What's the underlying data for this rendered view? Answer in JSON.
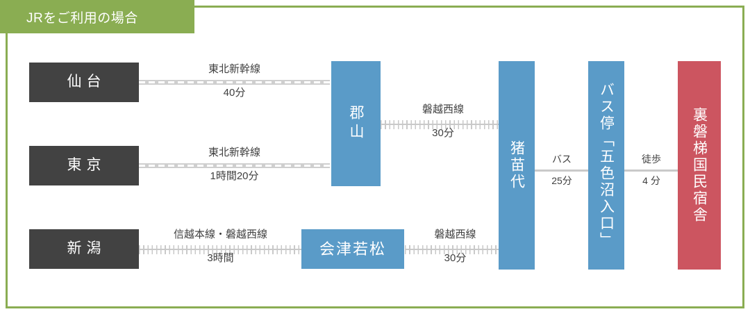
{
  "header": {
    "title": "JRをご利用の場合",
    "accent_color": "#8aad52"
  },
  "colors": {
    "header_green": "#8aad52",
    "origin_dark": "#424242",
    "station_blue": "#5a9bc8",
    "destination_red": "#cc5560",
    "line_gray": "#c9c9c9",
    "text_dark": "#3f3f3f"
  },
  "nodes": {
    "sendai": {
      "label": "仙台",
      "type": "origin",
      "orientation": "horizontal"
    },
    "tokyo": {
      "label": "東京",
      "type": "origin",
      "orientation": "horizontal"
    },
    "niigata": {
      "label": "新潟",
      "type": "origin",
      "orientation": "horizontal"
    },
    "koriyama": {
      "label": "郡山",
      "type": "station",
      "orientation": "vertical"
    },
    "aizuwakamatsu": {
      "label": "会津若松",
      "type": "station",
      "orientation": "horizontal"
    },
    "inawashiro": {
      "label": "猪苗代",
      "type": "station",
      "orientation": "vertical"
    },
    "busstop": {
      "label": "バス停「五色沼入口」",
      "type": "station",
      "orientation": "vertical"
    },
    "destination": {
      "label": "裏磐梯国民宿舎",
      "type": "destination",
      "orientation": "vertical"
    }
  },
  "edges": {
    "sendai_koriyama": {
      "mode": "東北新幹線",
      "duration": "40分",
      "line_style": "shinkansen"
    },
    "tokyo_koriyama": {
      "mode": "東北新幹線",
      "duration": "1時間20分",
      "line_style": "shinkansen"
    },
    "koriyama_inawashiro": {
      "mode": "磐越西線",
      "duration": "30分",
      "line_style": "rail"
    },
    "niigata_aizu": {
      "mode": "信越本線・磐越西線",
      "duration": "3時間",
      "line_style": "rail"
    },
    "aizu_inawashiro": {
      "mode": "磐越西線",
      "duration": "30分",
      "line_style": "rail"
    },
    "inawashiro_busstop": {
      "mode": "バス",
      "duration": "25分",
      "line_style": "plain"
    },
    "busstop_destination": {
      "mode": "徒歩",
      "duration": "4 分",
      "line_style": "plain"
    }
  }
}
